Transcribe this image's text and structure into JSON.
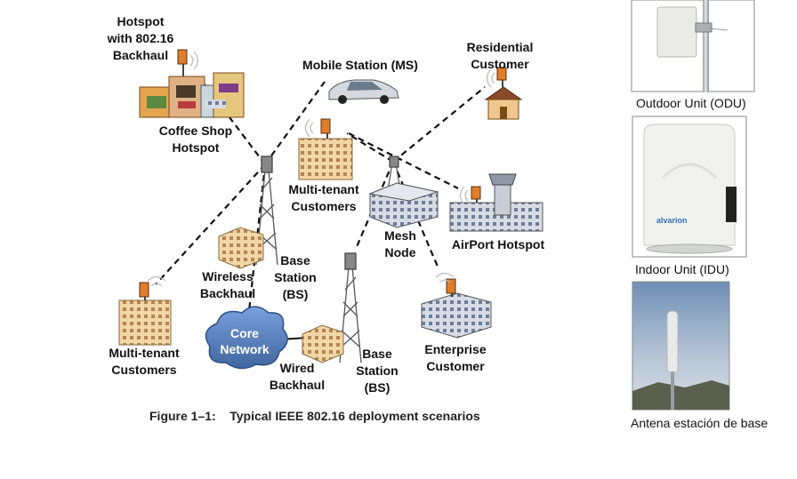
{
  "diagram": {
    "labels": {
      "hotspot_backhaul": "Hotspot\nwith 802.16\nBackhaul",
      "coffee_shop": "Coffee Shop\nHotspot",
      "mobile_station": "Mobile Station (MS)",
      "residential": "Residential\nCustomer",
      "multitenant_top": "Multi-tenant\nCustomers",
      "mesh_node": "Mesh\nNode",
      "airport_hotspot": "AirPort Hotspot",
      "wireless_backhaul": "Wireless\nBackhaul",
      "base_station_1": "Base\nStation\n(BS)",
      "multitenant_left": "Multi-tenant\nCustomers",
      "core_network": "Core\nNetwork",
      "wired_backhaul": "Wired\nBackhaul",
      "base_station_2": "Base\nStation\n(BS)",
      "enterprise": "Enterprise\nCustomer"
    },
    "caption": "Figure 1–1:    Typical IEEE 802.16 deployment scenarios"
  },
  "photos": {
    "odu_caption": "Outdoor Unit (ODU)",
    "idu_caption": "Indoor Unit (IDU)",
    "idu_brand": "alvarion",
    "antenna_caption": "Antena estación de base"
  },
  "colors": {
    "building": "#f3d6a8",
    "cloud": "#5f86c8",
    "tower": "#555555"
  }
}
